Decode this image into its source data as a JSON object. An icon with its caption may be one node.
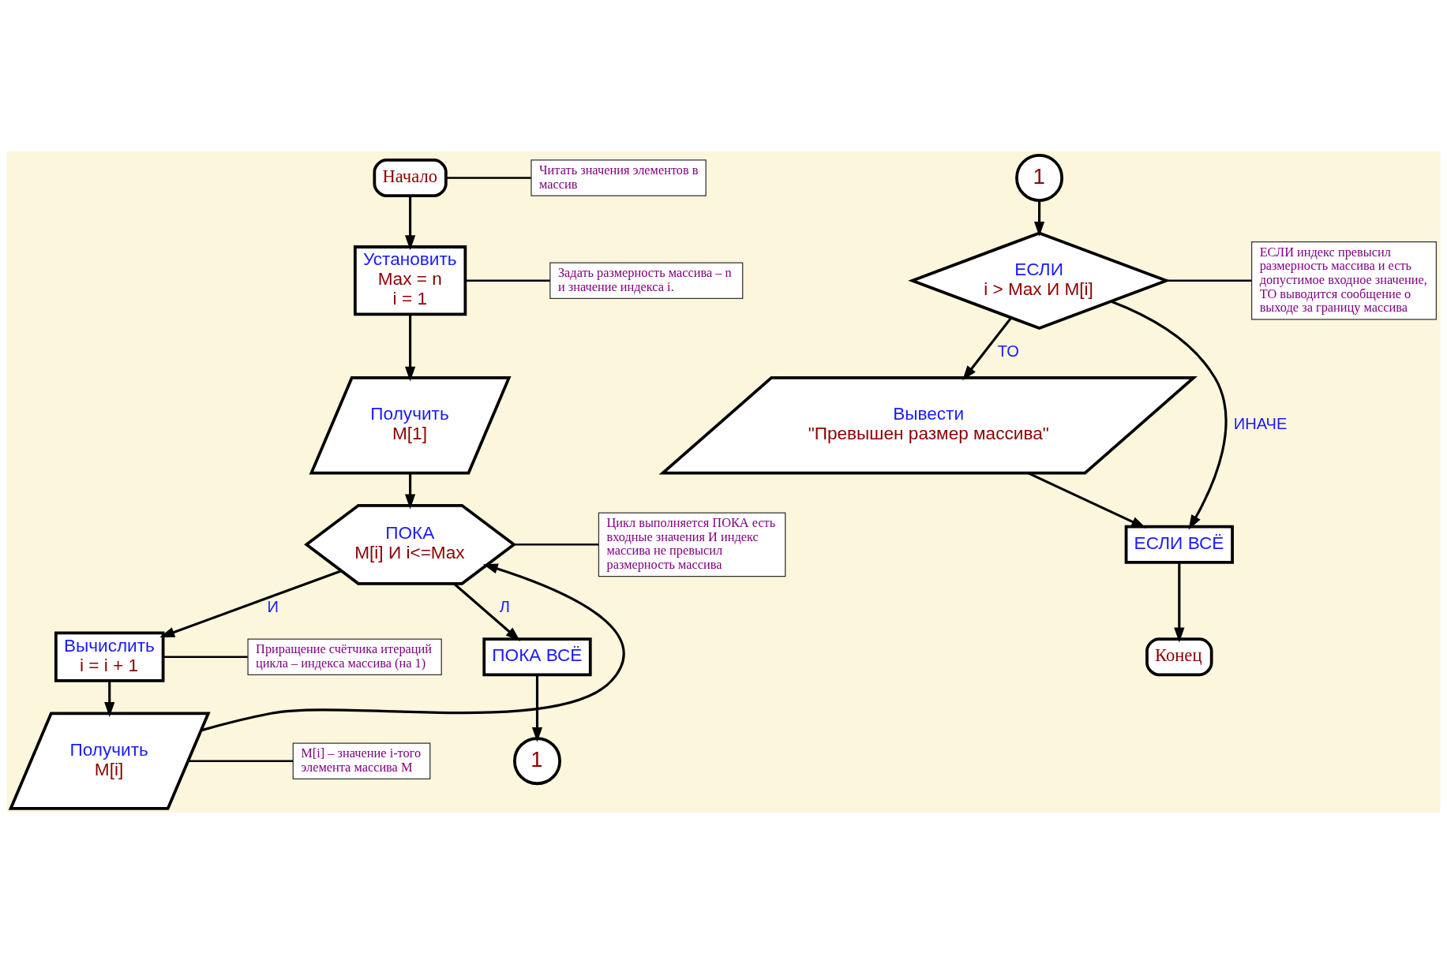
{
  "diagram": {
    "nodes": [
      {
        "text": [
          "Начало"
        ]
      },
      {
        "text": [
          "Установить",
          "Max = n",
          "i = 1"
        ]
      },
      {
        "text": [
          "Получить",
          "M[1]"
        ]
      },
      {
        "text": [
          "ПОКА",
          "M[i] И i<=Max"
        ]
      },
      {
        "text": [
          "Вычислить",
          "i = i + 1"
        ]
      },
      {
        "text": [
          "Получить",
          "M[i]"
        ]
      },
      {
        "text": [
          "ПОКА ВСЁ"
        ]
      },
      {
        "text": [
          "1"
        ]
      },
      {
        "text": [
          "1"
        ]
      },
      {
        "text": [
          "ЕСЛИ",
          "i > Max И M[i]"
        ]
      },
      {
        "text": [
          "Вывести",
          "\"Превышен размер массива\""
        ]
      },
      {
        "text": [
          "ЕСЛИ ВСЁ"
        ]
      },
      {
        "text": [
          "Конец"
        ]
      },
      {
        "text": [
          "Читать значения элементов в массив"
        ]
      },
      {
        "text": [
          "Задать размерность массива – n и значение индекса i."
        ]
      },
      {
        "text": [
          "Цикл выполняется ПОКА есть входные значения И индекс массива не превысил размерность массива"
        ]
      },
      {
        "text": [
          "Приращение счётчика итераций цикла – индекса массива (на 1)"
        ]
      },
      {
        "text": [
          "M[i] – значение i-того элемента массива M"
        ]
      },
      {
        "text": [
          "ЕСЛИ индекс превысил размерность массива и есть допустимое входное значение, ТО выводится сообщение о выходе за границу массива"
        ]
      }
    ],
    "edges": [
      {
        "from": 0,
        "to": 1,
        "arrow": "to"
      },
      {
        "from": 1,
        "to": 2,
        "arrow": "to"
      },
      {
        "from": 2,
        "to": 3,
        "arrow": "to"
      },
      {
        "from": 3,
        "to": 4,
        "arrow": "to",
        "label": "И"
      },
      {
        "from": 4,
        "to": 5,
        "arrow": "to"
      },
      {
        "from": 5,
        "to": 3,
        "arrow": "to"
      },
      {
        "from": 3,
        "to": 6,
        "arrow": "to",
        "label": "Л"
      },
      {
        "from": 6,
        "to": 7,
        "arrow": "to"
      },
      {
        "from": 8,
        "to": 9,
        "arrow": "to"
      },
      {
        "from": 9,
        "to": 10,
        "arrow": "to",
        "label": "ТО"
      },
      {
        "from": 10,
        "to": 11,
        "arrow": "to"
      },
      {
        "from": 9,
        "to": 11,
        "arrow": "to",
        "label": "ИНАЧЕ"
      },
      {
        "from": 11,
        "to": 12,
        "arrow": "to"
      },
      {
        "from": 0,
        "to": 13,
        "arrow": "none"
      },
      {
        "from": 1,
        "to": 14,
        "arrow": "none"
      },
      {
        "from": 3,
        "to": 15,
        "arrow": "none"
      },
      {
        "from": 4,
        "to": 16,
        "arrow": "none"
      },
      {
        "from": 5,
        "to": 17,
        "arrow": "none"
      },
      {
        "from": 9,
        "to": 18,
        "arrow": "none"
      }
    ]
  }
}
